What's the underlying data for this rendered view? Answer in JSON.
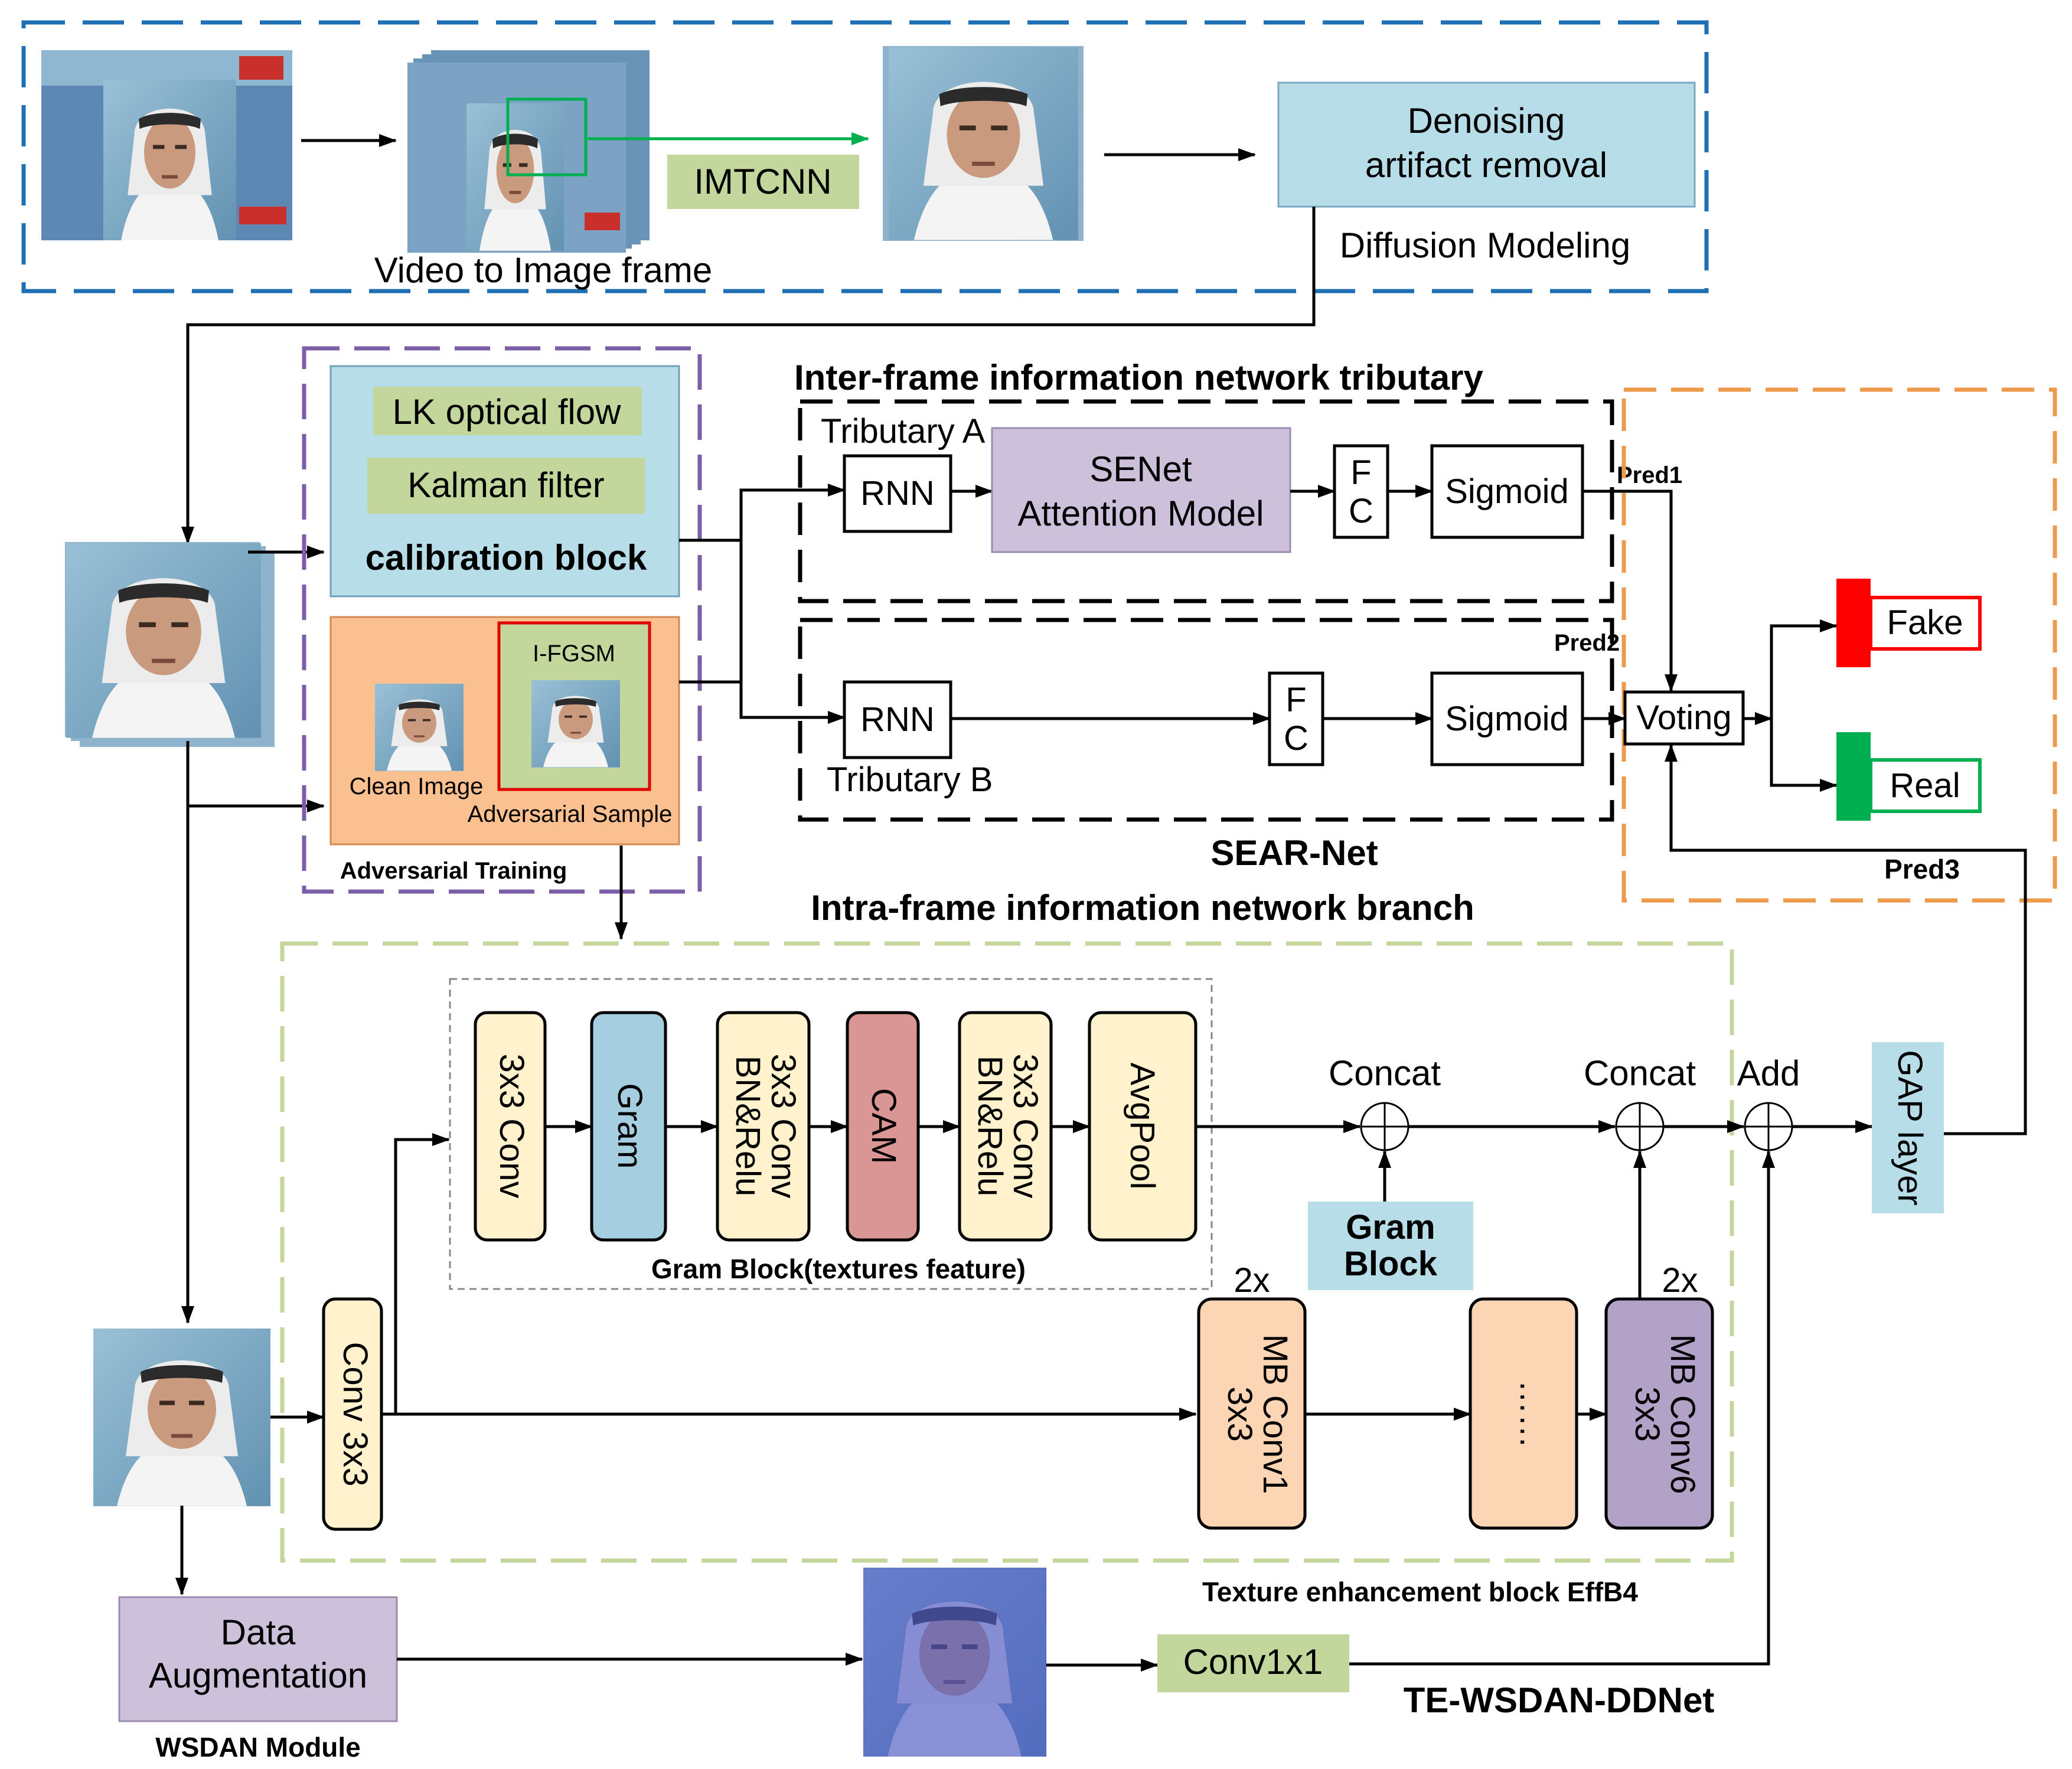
{
  "preprocess": {
    "video_to_frame": "Video to Image frame",
    "imtcnn": "IMTCNN",
    "denoise_line1": "Denoising",
    "denoise_line2": "artifact removal",
    "diffusion": "Diffusion Modeling"
  },
  "calibration": {
    "lk": "LK optical flow",
    "kalman": "Kalman filter",
    "title": "calibration block"
  },
  "adversarial": {
    "ifgsm": "I-FGSM",
    "clean": "Clean Image",
    "adv_sample": "Adversarial Sample",
    "title": "Adversarial Training"
  },
  "inter_frame": {
    "title": "Inter-frame information network tributary",
    "trib_a": "Tributary A",
    "trib_b": "Tributary B",
    "rnn": "RNN",
    "senet_line1": "SENet",
    "senet_line2": "Attention Model",
    "fc_f": "F",
    "fc_c": "C",
    "sigmoid": "Sigmoid",
    "pred1": "Pred1",
    "pred2": "Pred2"
  },
  "voting": {
    "label": "Voting",
    "fake": "Fake",
    "real": "Real",
    "pred3": "Pred3",
    "sear": "SEAR-Net"
  },
  "intra_frame": {
    "title": "Intra-frame information network branch",
    "gram_blocks": [
      "3x3 Conv",
      "Gram",
      "3x3 Conv",
      "BN&Relu",
      "CAM",
      "3x3 Conv",
      "BN&Relu",
      "AvgPool"
    ],
    "gram_block_title": "Gram Block(textures feature)",
    "concat": "Concat",
    "add": "Add",
    "gap": "GAP layer",
    "gram_block_line1": "Gram",
    "gram_block_line2": "Block",
    "conv3x3": "Conv 3x3",
    "mult": "2x",
    "mb1_line1": "MB Conv1",
    "mb1_line2": "3x3",
    "dots": "……",
    "mb6_line1": "MB Conv6",
    "mb6_line2": "3x3",
    "effb4": "Texture enhancement block EffB4"
  },
  "wsdan": {
    "aug_line1": "Data",
    "aug_line2": "Augmentation",
    "module": "WSDAN Module",
    "conv1x1": "Conv1x1",
    "net": "TE-WSDAN-DDNet"
  },
  "colors": {
    "blue_dash": "#1f6fb5",
    "purple_dash": "#7b5ea7",
    "orange_dash": "#ee9a4d",
    "green_dash": "#c3d69b",
    "light_blue": "#b7dde8",
    "light_green": "#c3d69b",
    "peach": "#fac090",
    "lavender": "#ccc0da",
    "cream": "#fff2cc",
    "gram_blue": "#a5cfe0",
    "cam_red": "#d99694",
    "mb_peach": "#fcd5b4",
    "mb_purple": "#b3a2c7",
    "fake_red": "#ff0000",
    "real_green": "#00b050",
    "arrow_green": "#00b050"
  }
}
